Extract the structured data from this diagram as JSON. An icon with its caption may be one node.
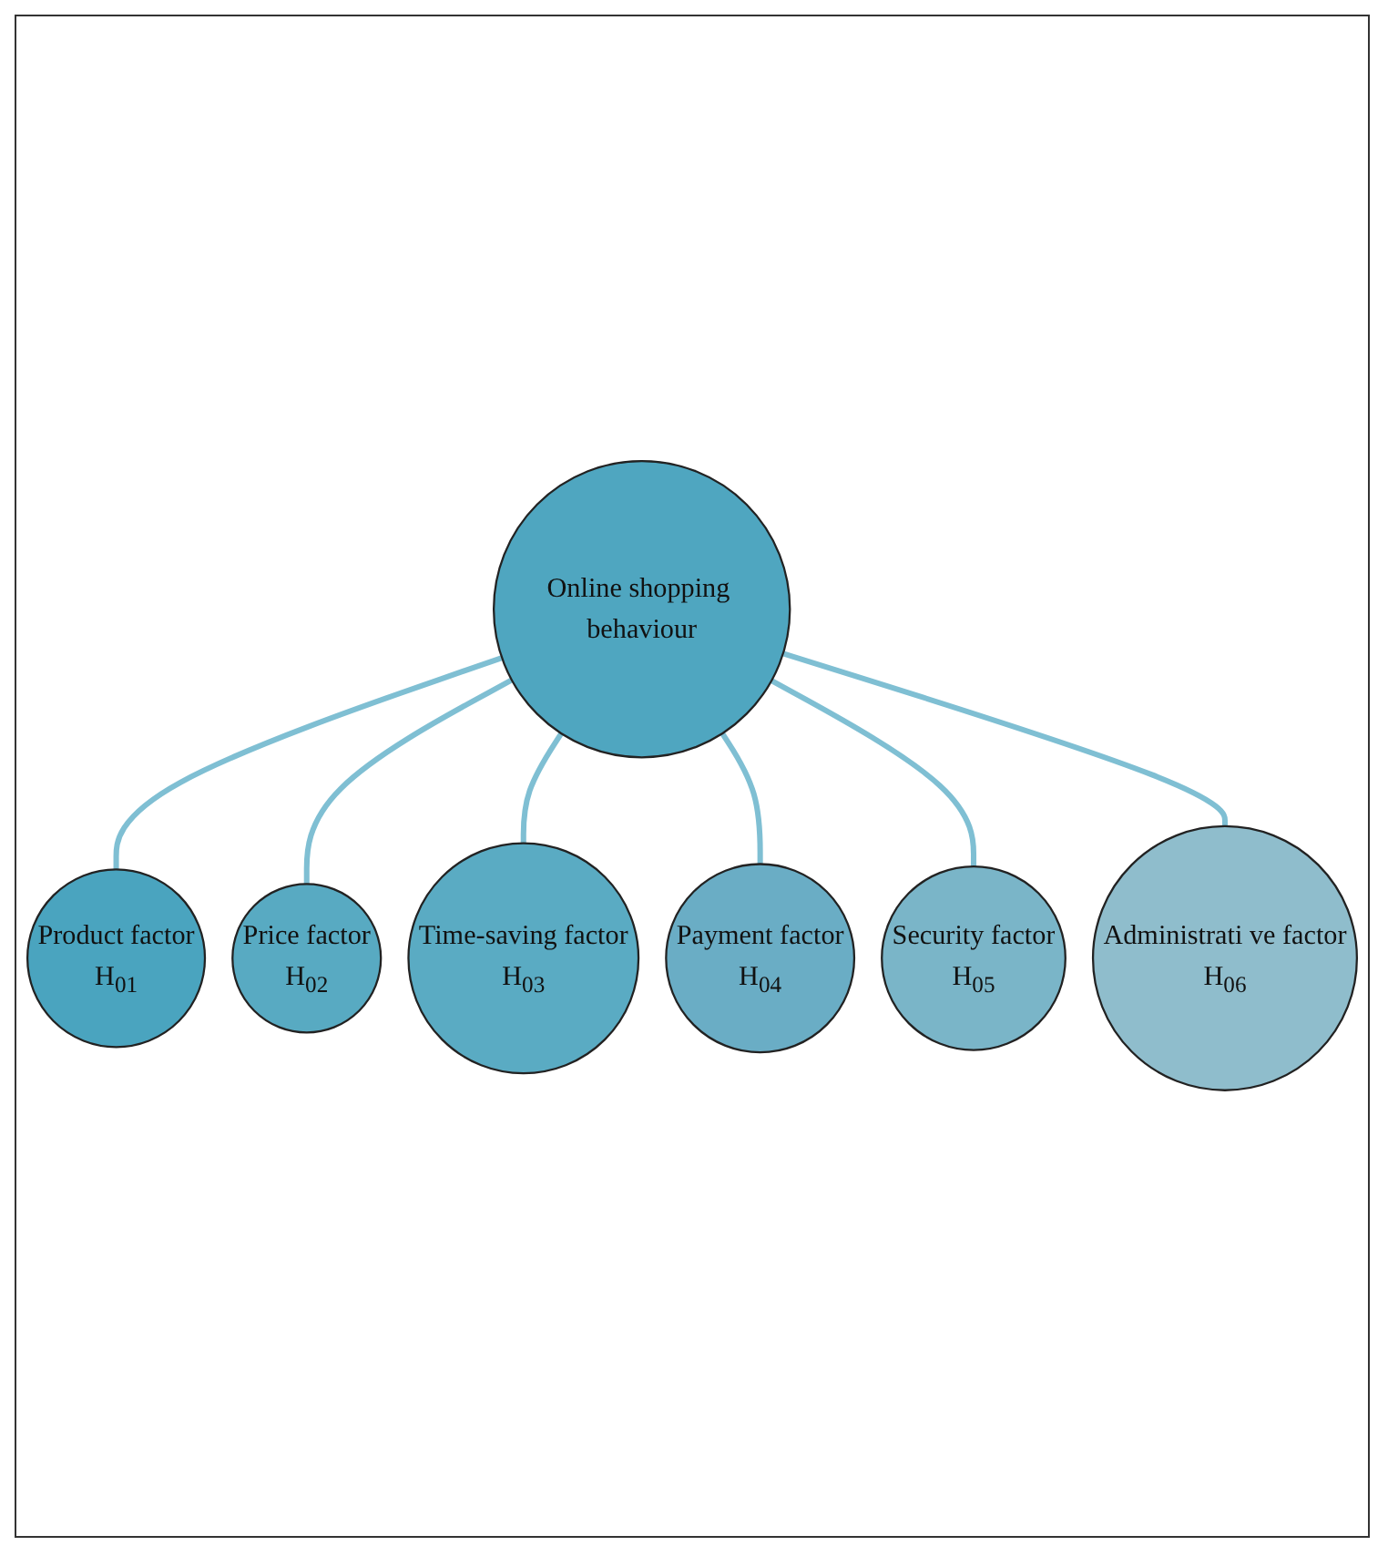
{
  "diagram": {
    "nodes": [
      {
        "text": [
          "Product factor",
          "H$_{01}$"
        ]
      },
      {
        "text": [
          "Administrati ve factor",
          "H$_{06}$"
        ]
      },
      {
        "text": [
          "Price factor",
          "H$_{02}$"
        ]
      },
      {
        "text": [
          "Online shopping behaviour"
        ]
      },
      {
        "text": [
          "Security factor",
          "H$_{05}$"
        ]
      },
      {
        "text": [
          "Time-saving factor",
          "H$_{03}$"
        ]
      },
      {
        "text": [
          "Payment factor",
          "H$_{04}$"
        ]
      }
    ],
    "edges": [
      {
        "from": 3,
        "to": 0,
        "arrow": "none"
      },
      {
        "from": 3,
        "to": 2,
        "arrow": "none"
      },
      {
        "from": 3,
        "to": 5,
        "arrow": "none"
      },
      {
        "from": 3,
        "to": 6,
        "arrow": "none"
      },
      {
        "from": 3,
        "to": 4,
        "arrow": "none"
      },
      {
        "from": 3,
        "to": 1,
        "arrow": "none"
      }
    ]
  }
}
